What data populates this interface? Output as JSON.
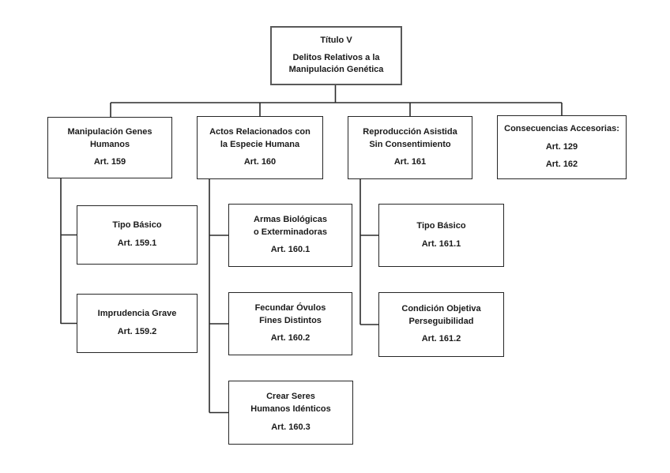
{
  "diagram": {
    "name": "Esquema Título V — Delitos Relativos a la Manipulación Genética",
    "colors": {
      "background": "#ffffff",
      "line": "#2b2b2b",
      "box_border": "#262626",
      "root_border": "#595959",
      "text": "#1a1a1a"
    },
    "nodes": {
      "root": {
        "heading": "Título V",
        "title": "Delitos Relativos a la\nManipulación Genética"
      },
      "n159": {
        "title": "Manipulación Genes\nHumanos",
        "art": "Art. 159"
      },
      "n160": {
        "title": "Actos Relacionados con\nla Especie Humana",
        "art": "Art. 160"
      },
      "n161": {
        "title": "Reproducción Asistida\nSin Consentimiento",
        "art": "Art. 161"
      },
      "n129": {
        "title": "Consecuencias Accesorias:",
        "art": "Art. 129",
        "art2": "Art. 162"
      },
      "n1591": {
        "title": "Tipo Básico",
        "art": "Art. 159.1"
      },
      "n1592": {
        "title": "Imprudencia Grave",
        "art": "Art. 159.2"
      },
      "n1601": {
        "title": "Armas Biológicas\no Exterminadoras",
        "art": "Art. 160.1"
      },
      "n1602": {
        "title": "Fecundar Óvulos\nFines Distintos",
        "art": "Art. 160.2"
      },
      "n1603": {
        "title": "Crear Seres\nHumanos Idénticos",
        "art": "Art. 160.3"
      },
      "n1611": {
        "title": "Tipo Básico",
        "art": "Art. 161.1"
      },
      "n1612": {
        "title": "Condición Objetiva\nPerseguibilidad",
        "art": "Art. 161.2"
      }
    }
  }
}
